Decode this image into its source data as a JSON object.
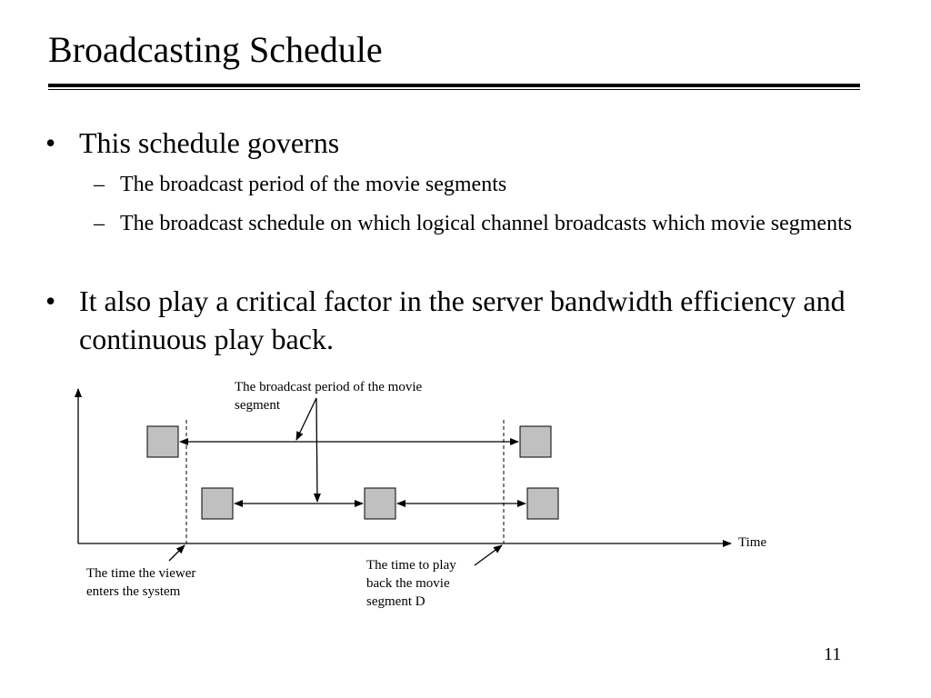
{
  "slide": {
    "title": "Broadcasting Schedule",
    "page_number": "11"
  },
  "bullets": [
    {
      "text": "This schedule governs",
      "sub": [
        "The broadcast period of the movie segments",
        "The broadcast schedule on which logical channel broadcasts which movie segments"
      ]
    },
    {
      "text": "It also play a critical factor in the server bandwidth efficiency and continuous play back.",
      "sub": []
    }
  ],
  "glyphs": {
    "bullet": "•",
    "dash": "–"
  },
  "diagram": {
    "labels": {
      "period_line1": "The broadcast period of the movie",
      "period_line2": "segment",
      "time_axis": "Time",
      "viewer_line1": "The time the viewer",
      "viewer_line2": "enters the system",
      "play_line1": "The time to play",
      "play_line2": "back the movie",
      "play_line3": "segment D"
    },
    "colors": {
      "segment_fill": "#c0c0c0",
      "line": "#000000"
    }
  }
}
